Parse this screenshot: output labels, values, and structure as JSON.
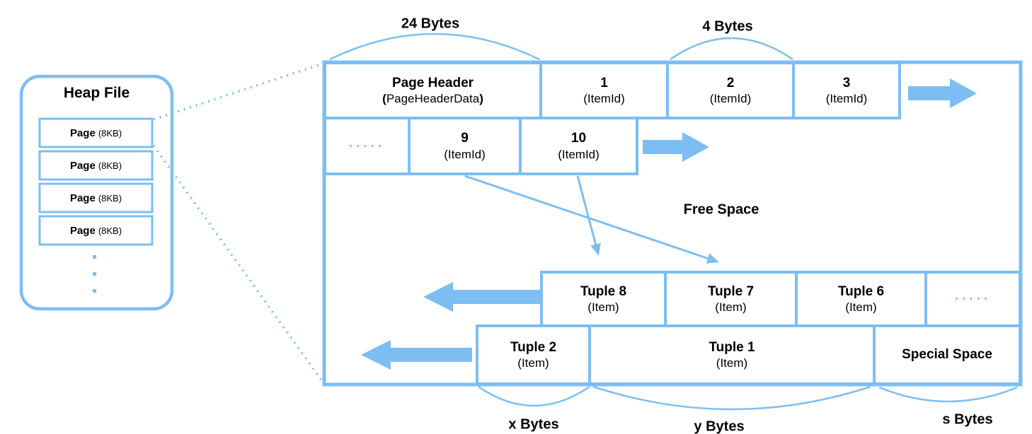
{
  "colors": {
    "accent": "#7CBEF4",
    "text": "#000000",
    "background": "#FFFFFF"
  },
  "heap_file": {
    "title": "Heap File",
    "page_label": "Page",
    "page_size": "(8KB)"
  },
  "top_braces": {
    "header_bytes": "24 Bytes",
    "itemid_bytes": "4 Bytes"
  },
  "page": {
    "header": {
      "title": "Page Header",
      "sub_open": "(",
      "sub_name": "PageHeaderData",
      "sub_close": ")"
    },
    "item1": {
      "num": "1",
      "type": "(ItemId)"
    },
    "item2": {
      "num": "2",
      "type": "(ItemId)"
    },
    "item3": {
      "num": "3",
      "type": "(ItemId)"
    },
    "row2_ellipsis": ".....",
    "item9": {
      "num": "9",
      "type": "(ItemId)"
    },
    "item10": {
      "num": "10",
      "type": "(ItemId)"
    },
    "free_space": "Free Space",
    "tuple8": {
      "title": "Tuple 8",
      "sub": "(Item)"
    },
    "tuple7": {
      "title": "Tuple 7",
      "sub": "(Item)"
    },
    "tuple6": {
      "title": "Tuple 6",
      "sub": "(Item)"
    },
    "tuples_ellipsis": ".....",
    "tuple2": {
      "title": "Tuple 2",
      "sub": "(Item)"
    },
    "tuple1": {
      "title": "Tuple 1",
      "sub": "(Item)"
    },
    "special_space": "Special Space"
  },
  "bottom_braces": {
    "x": "x Bytes",
    "y": "y Bytes",
    "s": "s Bytes"
  }
}
